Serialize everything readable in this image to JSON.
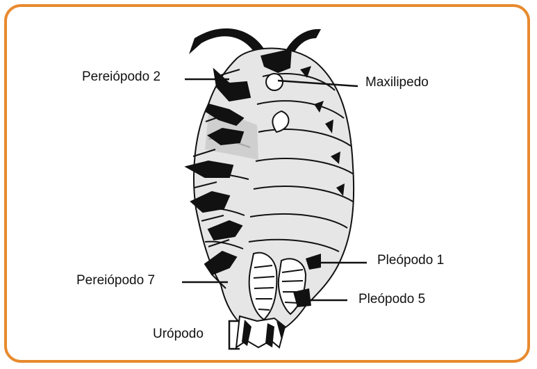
{
  "colors": {
    "frame": "#e88a2e",
    "body_fill": "#e6e6e6",
    "shade": "#c9c9c9",
    "ink": "#111111"
  },
  "labels": {
    "pereiopodo_2": "Pereiópodo 2",
    "maxilipedo": "Maxilipedo",
    "pleopodo_1": "Pleópodo 1",
    "pereiopodo_7": "Pereiópodo 7",
    "pleopodo_5": "Pleópodo 5",
    "uropodo": "Urópodo"
  }
}
